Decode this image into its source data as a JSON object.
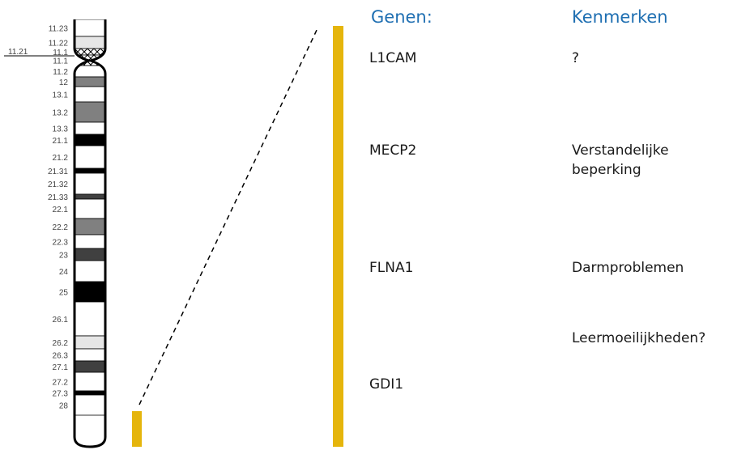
{
  "chromosome": {
    "centromere_label": "11.21",
    "bands": [
      {
        "name": "11.23",
        "shade": "#ffffff"
      },
      {
        "name": "11.22",
        "shade": "#e6e6e6"
      },
      {
        "name": "11.1",
        "shade": "centromere"
      },
      {
        "name": "11.1",
        "shade": "centromere"
      },
      {
        "name": "11.2",
        "shade": "#ffffff"
      },
      {
        "name": "12",
        "shade": "#808080"
      },
      {
        "name": "13.1",
        "shade": "#ffffff"
      },
      {
        "name": "13.2",
        "shade": "#808080"
      },
      {
        "name": "13.3",
        "shade": "#ffffff"
      },
      {
        "name": "21.1",
        "shade": "#000000"
      },
      {
        "name": "21.2",
        "shade": "#ffffff"
      },
      {
        "name": "21.31",
        "shade": "#000000"
      },
      {
        "name": "21.32",
        "shade": "#ffffff"
      },
      {
        "name": "21.33",
        "shade": "#404040"
      },
      {
        "name": "22.1",
        "shade": "#ffffff"
      },
      {
        "name": "22.2",
        "shade": "#808080"
      },
      {
        "name": "22.3",
        "shade": "#ffffff"
      },
      {
        "name": "23",
        "shade": "#404040"
      },
      {
        "name": "24",
        "shade": "#ffffff"
      },
      {
        "name": "25",
        "shade": "#000000"
      },
      {
        "name": "26.1",
        "shade": "#ffffff"
      },
      {
        "name": "26.2",
        "shade": "#e6e6e6"
      },
      {
        "name": "26.3",
        "shade": "#ffffff"
      },
      {
        "name": "27.1",
        "shade": "#404040"
      },
      {
        "name": "27.2",
        "shade": "#ffffff"
      },
      {
        "name": "27.3",
        "shade": "#000000"
      },
      {
        "name": "28",
        "shade": "#ffffff"
      }
    ]
  },
  "highlight_color": "#e5b50c",
  "header": {
    "genes": "Genen:",
    "traits": "Kenmerken"
  },
  "genes": [
    "L1CAM",
    "MECP2",
    "FLNA1",
    "GDI1"
  ],
  "traits": [
    "?",
    "Verstandelijke\nbeperking",
    "Darmproblemen",
    "Leermoeilijkheden?"
  ]
}
